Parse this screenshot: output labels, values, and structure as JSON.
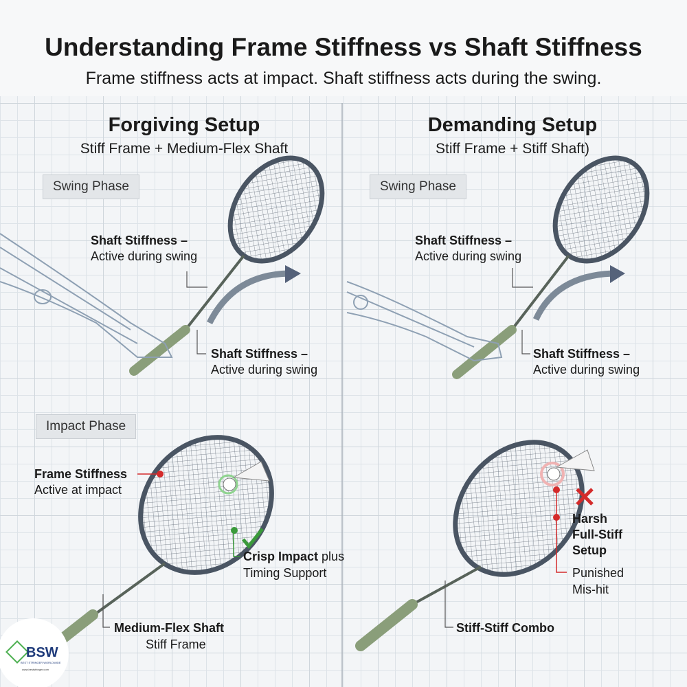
{
  "header": {
    "title": "Understanding Frame Stiffness vs Shaft Stiffness",
    "subtitle": "Frame stiffness acts at impact. Shaft stiffness acts during the swing."
  },
  "left": {
    "title": "Forgiving Setup",
    "subtitle": "Stiff Frame + Medium-Flex Shaft",
    "swing_phase": "Swing Phase",
    "impact_phase": "Impact Phase",
    "shaft1_bold": "Shaft Stiffness –",
    "shaft1_text": "Active during swing",
    "shaft2_bold": "Shaft Stiffness –",
    "shaft2_text": "Active during swing",
    "frame_bold": "Frame Stiffness",
    "frame_text": "Active at impact",
    "crisp_bold": "Crisp Impact",
    "crisp_plus": "plus",
    "crisp_text": "Timing Support",
    "shaft_label_bold": "Medium-Flex Shaft",
    "shaft_label_text": "Stiff Frame"
  },
  "right": {
    "title": "Demanding Setup",
    "subtitle": "Stiff Frame + Stiff Shaft)",
    "swing_phase": "Swing Phase",
    "shaft1_bold": "Shaft Stiffness –",
    "shaft1_text": "Active during swing",
    "shaft2_bold": "Shaft Stiffness –",
    "shaft2_text": "Active during swing",
    "harsh_bold_1": "Harsh",
    "harsh_bold_2": "Full-Stiff",
    "harsh_bold_3": "Setup",
    "punished_1": "Punished",
    "punished_2": "Mis-hit",
    "combo_label": "Stiff-Stiff Combo"
  },
  "logo": {
    "brand": "BSW",
    "tagline": "BEST STRINGER WORLDWIDE",
    "url": "www.beststringer.com"
  },
  "colors": {
    "accent_red": "#d42b2b",
    "accent_green": "#3a9a3a",
    "racket_frame": "#4a5563",
    "grip": "#8a9e7a"
  },
  "icons": [
    "checkmark-icon",
    "cross-icon",
    "arrow-icon",
    "shuttlecock-icon",
    "racket-icon",
    "arm-icon"
  ]
}
